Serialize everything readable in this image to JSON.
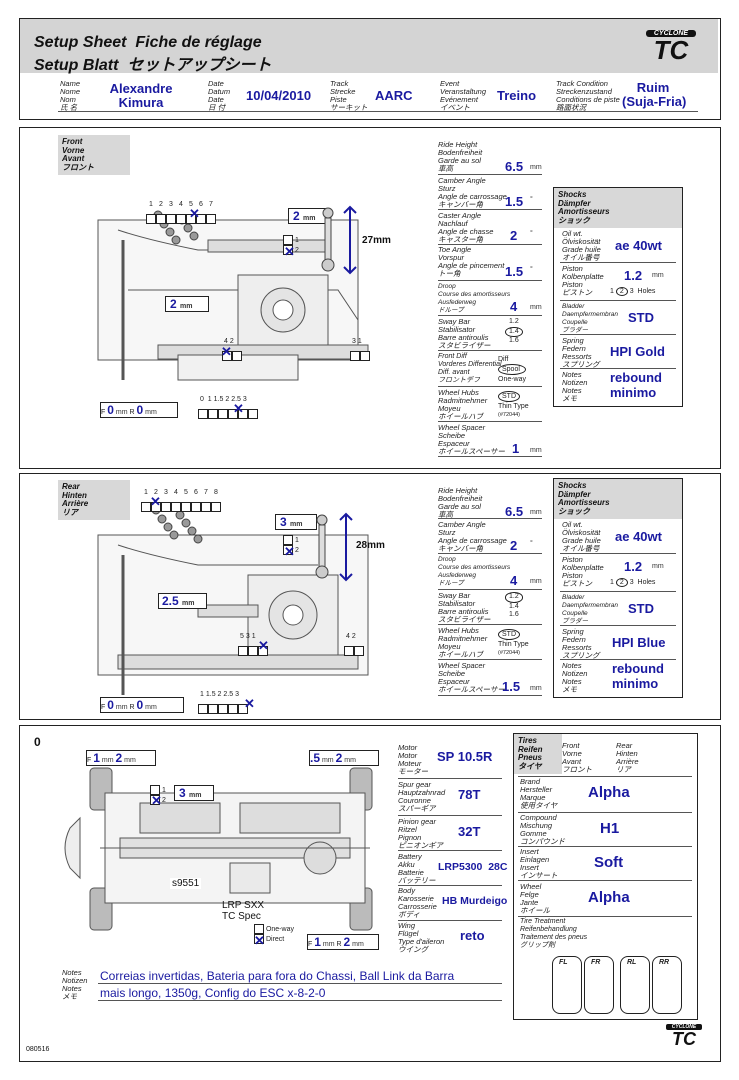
{
  "header": {
    "title_line1": "Setup Sheet  Fiche de réglage",
    "title_line2": "Setup Blatt  セットアップシート",
    "logo_top": "CYCLONE",
    "logo_main": "TC",
    "name_label": "Name\nNome\nNom\n氏 名",
    "name_value": "Alexandre\nKimura",
    "date_label": "Date\nDatum\nDate\n日 付",
    "date_value": "10/04/2010",
    "track_label": "Track\nStrecke\nPiste\nサーキット",
    "track_value": "AARC",
    "event_label": "Event\nVeranstaltung\nEvénement\nイベント",
    "event_value": "Treino",
    "cond_label": "Track Condition\nStreckenzustand\nConditions de piste\n路面状況",
    "cond_value": "Ruim\n(Suja-Fria)"
  },
  "front": {
    "title": "Front\nVorne\nAvant\nフロント",
    "pos_numbers": [
      "1",
      "2",
      "3",
      "4",
      "5",
      "6",
      "7"
    ],
    "upper_value": "2",
    "link_value": "27mm",
    "arm_value": "2",
    "toe_numbers": [
      "4",
      "2"
    ],
    "lower_numbers": [
      "3",
      "1"
    ],
    "shim_numbers": [
      "0",
      "1",
      "1.5",
      "2",
      "2.5",
      "3"
    ],
    "f_value": "0",
    "r_value": "0",
    "mm": "mm",
    "ride_height_label": "Ride Height\nBodenfreiheit\nGarde au sol\n車高",
    "ride_height_value": "6.5",
    "camber_label": "Camber Angle\nSturz\nAngle de carrossage\nキャンバー角",
    "camber_value": "1.5",
    "caster_label": "Caster Angle\nNachlauf\nAngle de chasse\nキャスター角",
    "caster_value": "2",
    "toe_label": "Toe Angle\nVorspur\nAngle de pincement\nトー角",
    "toe_value": "1.5",
    "droop_label": "Droop\nCourse des amortisseurs\nAusfederweg\nドループ",
    "droop_value": "4",
    "sway_label": "Sway Bar\nStabilisator\nBarre antiroulis\nスタビライザー",
    "sway_options": [
      "1.2",
      "1.4",
      "1.6"
    ],
    "diff_label": "Front Diff\nVorderes Differential\nDiff. avant\nフロントデフ",
    "diff_options": [
      "Diff",
      "Spool",
      "One-way"
    ],
    "hubs_label": "Wheel Hubs\nRadmitnehmer\nMoyeu\nホイールハブ",
    "hubs_options": [
      "STD",
      "Thin Type",
      "(#72044)"
    ],
    "spacer_label": "Wheel Spacer\nScheibe\nEspaceur\nホイールスペーサー",
    "spacer_value": "1",
    "deg": "°",
    "shocks_title": "Shocks\nDämpfer\nAmortisseurs\nショック",
    "oil_label": "Oil wt.\nÖlviskosität\nGrade huile\nオイル番号",
    "oil_value": "ae 40wt",
    "piston_label": "Piston\nKolbenplatte\nPiston\nピストン",
    "piston_value": "1.2",
    "piston_holes": [
      "1",
      "2",
      "3"
    ],
    "holes_label": "Holes",
    "bladder_label": "Bladder\nDaempfermembran\nCoupelle\nブラダー",
    "bladder_value": "STD",
    "spring_label": "Spring\nFedern\nRessorts\nスプリング",
    "spring_value": "HPI Gold",
    "notes_label": "Notes\nNotizen\nNotes\nメモ",
    "notes_value": "rebound\nminimo"
  },
  "rear": {
    "title": "Rear\nHinten\nArrière\nリア",
    "pos_numbers": [
      "1",
      "2",
      "3",
      "4",
      "5",
      "6",
      "7",
      "8"
    ],
    "upper_value": "3",
    "link_value": "28mm",
    "arm_value": "2.5",
    "mid_numbers": [
      "5",
      "3",
      "1"
    ],
    "lower_numbers": [
      "4",
      "2"
    ],
    "shim_numbers": [
      "1",
      "1.5",
      "2",
      "2.5",
      "3"
    ],
    "f_value": "0",
    "r_value": "0",
    "ride_height_value": "6.5",
    "camber_value": "2",
    "droop_value": "4",
    "sway_options": [
      "1.2",
      "1.4",
      "1.6"
    ],
    "hubs_options": [
      "STD",
      "Thin Type",
      "(#72044)"
    ],
    "spacer_value": "1.5",
    "oil_value": "ae 40wt",
    "piston_value": "1.2",
    "piston_holes": [
      "1",
      "2",
      "3"
    ],
    "bladder_value": "STD",
    "spring_value": "HPI Blue",
    "notes_value": "rebound\nminimo"
  },
  "chassis": {
    "corner_value": "0",
    "f1_value": "1",
    "f2_value": "2",
    "r1_value": ".5",
    "r2_value": "2",
    "mid_value": "3",
    "mid_nums": [
      "1",
      "2"
    ],
    "bot_f_value": "1",
    "bot_r_value": "2",
    "f_letter": "F",
    "r_letter": "R",
    "weight_note": "s9551",
    "esc_note": "LRP SXX\nTC Spec",
    "oneway_label": "One-way",
    "direct_label": "Direct",
    "motor_label": "Motor\nMotor\nMoteur\nモーター",
    "motor_value": "SP 10.5R",
    "spur_label": "Spur gear\nHauptzahnrad\nCouronne\nスパーギア",
    "spur_value": "78T",
    "pinion_label": "Pinion gear\nRitzel\nPignon\nピニオンギア",
    "pinion_value": "32T",
    "battery_label": "Battery\nAkku\nBatterie\nバッテリー",
    "battery_value": "LRP5300  28C",
    "body_label": "Body\nKarosserie\nCarrosserie\nボディ",
    "body_value": "HB Murdeigo",
    "wing_label": "Wing\nFlügel\nType d'aileron\nウイング",
    "wing_value": "reto",
    "notes_label": "Notes\nNotizen\nNotes\nメモ",
    "notes_value": "Correias invertidas, Bateria para fora do Chassi, Ball Link da Barra\nmais longo, 1350g, Config do ESC x-8-2-0"
  },
  "tires": {
    "title": "Tires\nReifen\nPneus\nタイヤ",
    "front_col": "Front\nVorne\nAvant\nフロント",
    "rear_col": "Rear\nHinten\nArrière\nリア",
    "brand_label": "Brand\nHersteller\nMarque\n使用タイヤ",
    "brand_value": "Alpha",
    "compound_label": "Compound\nMischung\nGomme\nコンパウンド",
    "compound_value": "H1",
    "insert_label": "Insert\nEinlagen\nInsert\nインサート",
    "insert_value": "Soft",
    "wheel_label": "Wheel\nFelge\nJante\nホイール",
    "wheel_value": "Alpha",
    "treat_label": "Tire Treatment\nReifenbehandlung\nTraitement des pneus\nグリップ剤",
    "tire_slots": [
      "FL",
      "FR",
      "RL",
      "RR"
    ]
  },
  "footer": {
    "code": "080516",
    "logo_top": "CYCLONE",
    "logo_main": "TC"
  }
}
